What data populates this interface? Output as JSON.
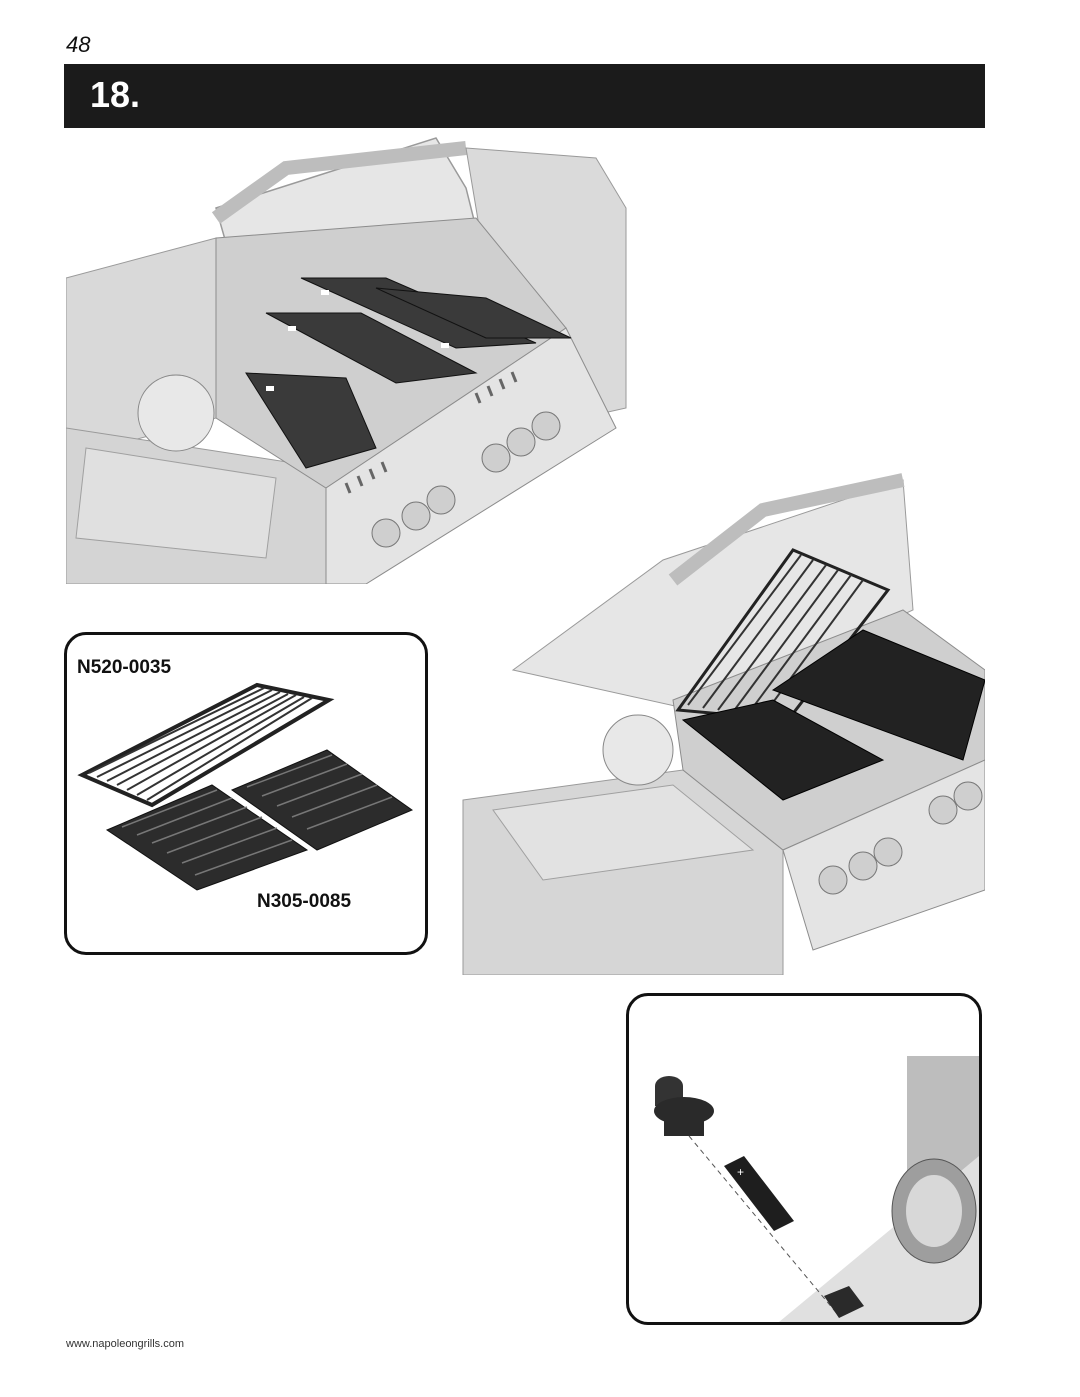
{
  "page": {
    "number": "48"
  },
  "step": {
    "number": "18."
  },
  "insets": {
    "parts": {
      "warming_rack_part": "N520-0035",
      "cooking_grids_part": "N305-0085"
    }
  },
  "footer": {
    "url": "www.napoleongrills.com"
  },
  "colors": {
    "header_bar": "#1b1b1b",
    "grill_gray": "#d2d2d2",
    "dark_part": "#3a3a3a"
  }
}
